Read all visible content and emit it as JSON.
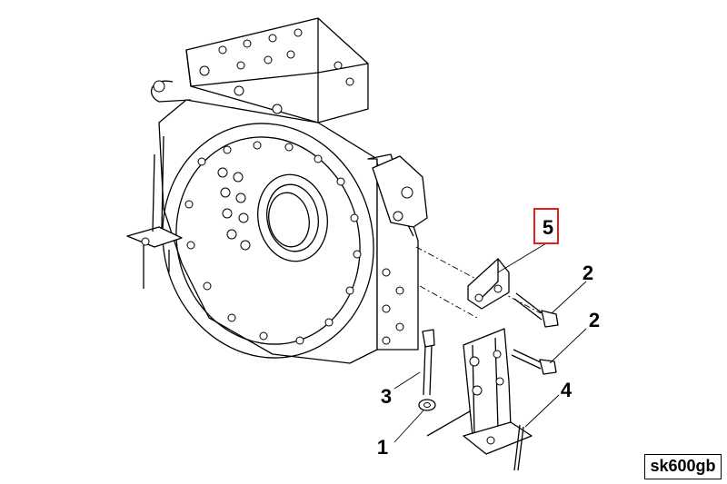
{
  "callouts": {
    "c1": "1",
    "c2a": "2",
    "c2b": "2",
    "c3": "3",
    "c4": "4",
    "c5": "5"
  },
  "drawing_code": "sk600gb",
  "highlight_color": "#e0201c"
}
